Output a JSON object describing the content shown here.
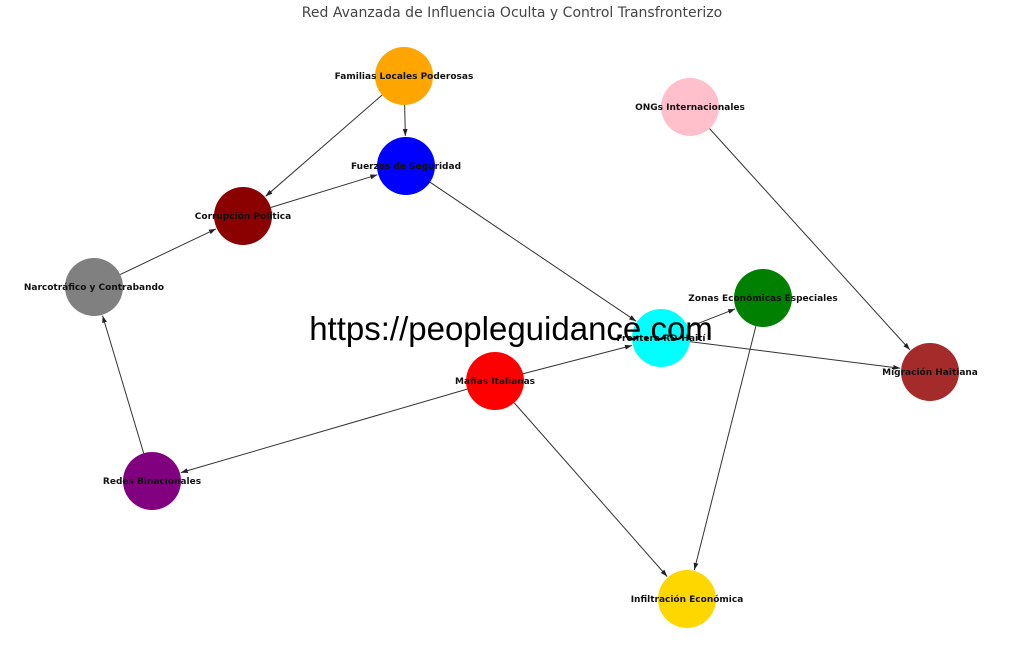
{
  "title": "Red Avanzada de Influencia Oculta y Control Transfronterizo",
  "watermark": "https://peopleguidance.com",
  "nodes": [
    {
      "id": "familias",
      "label": "Familias Locales Poderosas",
      "color": "#FFA500"
    },
    {
      "id": "fuerzas",
      "label": "Fuerzas de Seguridad",
      "color": "#0000FF"
    },
    {
      "id": "corrupcion",
      "label": "Corrupción Política",
      "color": "#8B0000"
    },
    {
      "id": "narco",
      "label": "Narcotráfico y Contrabando",
      "color": "#808080"
    },
    {
      "id": "ongs",
      "label": "ONGs Internacionales",
      "color": "#FFC0CB"
    },
    {
      "id": "zonas",
      "label": "Zonas Económicas Especiales",
      "color": "#008000"
    },
    {
      "id": "frontera",
      "label": "Frontera RD-Haití",
      "color": "#00FFFF"
    },
    {
      "id": "mafias",
      "label": "Mafias Italianas",
      "color": "#FF0000"
    },
    {
      "id": "migracion",
      "label": "Migración Haitiana",
      "color": "#A52A2A"
    },
    {
      "id": "redes",
      "label": "Redes Binacionales",
      "color": "#800080"
    },
    {
      "id": "infiltracion",
      "label": "Infiltración Económica",
      "color": "#FFD700"
    }
  ],
  "edges": [
    {
      "from": "familias",
      "to": "fuerzas"
    },
    {
      "from": "familias",
      "to": "corrupcion"
    },
    {
      "from": "corrupcion",
      "to": "fuerzas"
    },
    {
      "from": "narco",
      "to": "corrupcion"
    },
    {
      "from": "fuerzas",
      "to": "frontera"
    },
    {
      "from": "ongs",
      "to": "migracion"
    },
    {
      "from": "frontera",
      "to": "zonas"
    },
    {
      "from": "frontera",
      "to": "migracion"
    },
    {
      "from": "mafias",
      "to": "frontera"
    },
    {
      "from": "mafias",
      "to": "redes"
    },
    {
      "from": "mafias",
      "to": "infiltracion"
    },
    {
      "from": "zonas",
      "to": "infiltracion"
    },
    {
      "from": "redes",
      "to": "narco"
    }
  ]
}
